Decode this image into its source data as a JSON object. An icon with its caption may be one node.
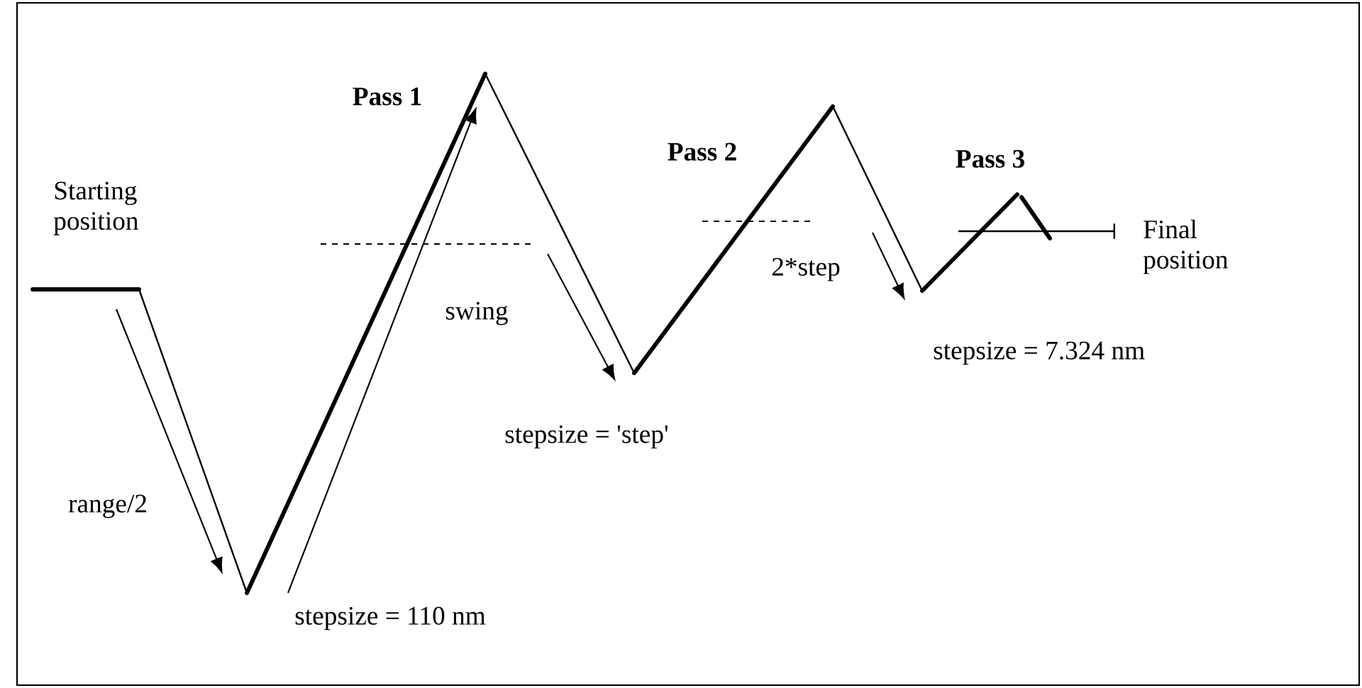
{
  "diagram": {
    "labels": [
      "Pass 1",
      "Pass 2",
      "Pass 3",
      "Starting position",
      "Final position",
      "swing",
      "2*step",
      "stepsize = 7.324 nm",
      "stepsize = 'step'",
      "range/2",
      "stepsize = 110 nm"
    ]
  }
}
